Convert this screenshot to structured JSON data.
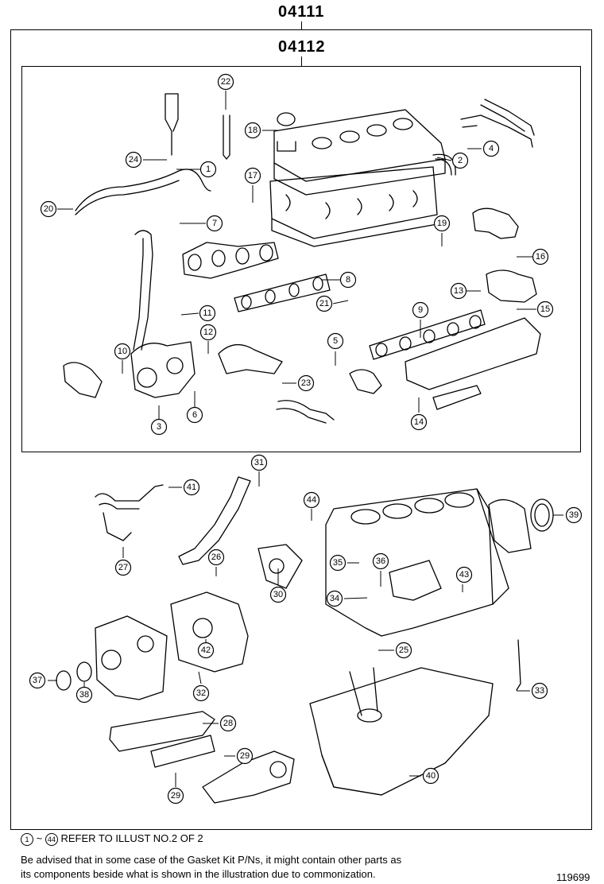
{
  "header": {
    "outer_code": "04111",
    "inner_code": "04112"
  },
  "callouts": [
    {
      "num": "1"
    },
    {
      "num": "2"
    },
    {
      "num": "3"
    },
    {
      "num": "4"
    },
    {
      "num": "5"
    },
    {
      "num": "6"
    },
    {
      "num": "7"
    },
    {
      "num": "8"
    },
    {
      "num": "9"
    },
    {
      "num": "10"
    },
    {
      "num": "11"
    },
    {
      "num": "12"
    },
    {
      "num": "13"
    },
    {
      "num": "14"
    },
    {
      "num": "15"
    },
    {
      "num": "16"
    },
    {
      "num": "17"
    },
    {
      "num": "18"
    },
    {
      "num": "19"
    },
    {
      "num": "20"
    },
    {
      "num": "21"
    },
    {
      "num": "22"
    },
    {
      "num": "23"
    },
    {
      "num": "24"
    },
    {
      "num": "25"
    },
    {
      "num": "26"
    },
    {
      "num": "27"
    },
    {
      "num": "28"
    },
    {
      "num": "29"
    },
    {
      "num": "29"
    },
    {
      "num": "30"
    },
    {
      "num": "31"
    },
    {
      "num": "32"
    },
    {
      "num": "33"
    },
    {
      "num": "34"
    },
    {
      "num": "35"
    },
    {
      "num": "36"
    },
    {
      "num": "37"
    },
    {
      "num": "38"
    },
    {
      "num": "39"
    },
    {
      "num": "40"
    },
    {
      "num": "41"
    },
    {
      "num": "42"
    },
    {
      "num": "43"
    },
    {
      "num": "44"
    }
  ],
  "footer": {
    "range_start": "1",
    "range_sep": "~",
    "range_end": "44",
    "range_text": "REFER TO ILLUST NO.2 OF 2",
    "note_line1": "Be advised that in some case of the Gasket Kit P/Ns,  it might contain other parts as",
    "note_line2": "its components beside what is shown in the illustration due to commonization.",
    "illustration_id": "119699"
  }
}
